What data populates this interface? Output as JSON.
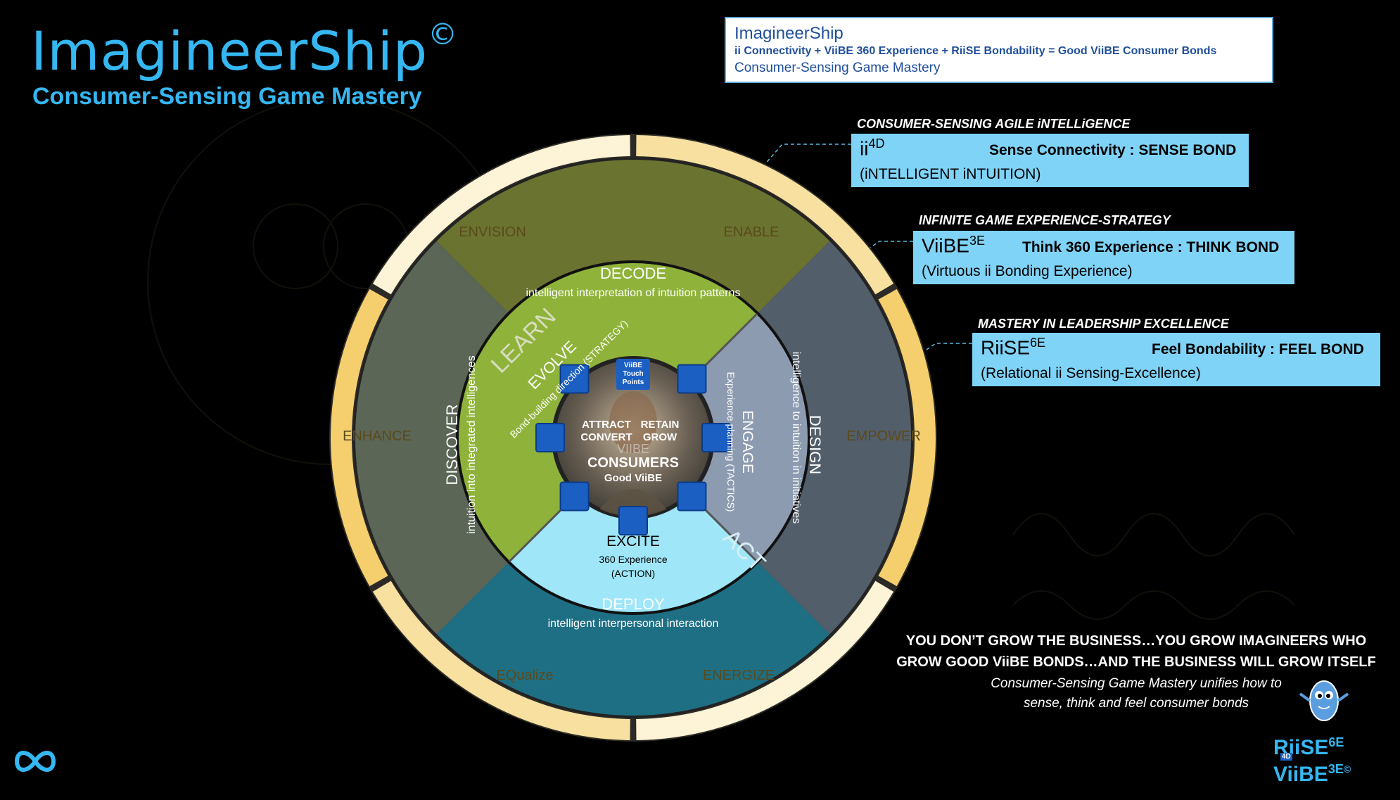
{
  "header": {
    "title": "ImagineerShip",
    "copyright": "©",
    "subtitle": "Consumer-Sensing Game Mastery"
  },
  "equation_box": {
    "title": "ImagineerShip",
    "formula": "ii Connectivity + ViiBE 360 Experience + RiiSE Bondability = Good ViiBE Consumer Bonds",
    "subtitle": "Consumer-Sensing Game Mastery"
  },
  "pillars": [
    {
      "heading": "CONSUMER-SENSING AGILE iNTELLiGENCE",
      "name": "ii",
      "sup": "4D",
      "tag": "Sense Connectivity : SENSE BOND",
      "full": "(iNTELLIGENT iNTUITION)"
    },
    {
      "heading": "INFINITE GAME EXPERIENCE-STRATEGY",
      "name": "ViiBE",
      "sup": "3E",
      "tag": "Think 360 Experience : THINK BOND",
      "full": "(Virtuous ii Bonding Experience)"
    },
    {
      "heading": "MASTERY IN LEADERSHIP EXCELLENCE",
      "name": "RiiSE",
      "sup": "6E",
      "tag": "Feel Bondability : FEEL BOND",
      "full": "(Relational ii Sensing-Excellence)"
    }
  ],
  "outer_ring": [
    "ENVISION",
    "ENABLE",
    "EMPOWER",
    "ENERGIZE",
    "EQualize",
    "ENHANCE"
  ],
  "middle_ring": {
    "decode": {
      "label": "DECODE",
      "desc": "intelligent interpretation of intuition patterns"
    },
    "design": {
      "label": "DESIGN",
      "desc": "intelligence to intuition in initiatives"
    },
    "deploy": {
      "label": "DEPLOY",
      "desc": "intelligent interpersonal interaction"
    },
    "discover": {
      "label": "DISCOVER",
      "desc": "intuition into integrated intelligences"
    }
  },
  "learn_act": {
    "learn": "LEARN",
    "act": "ACT"
  },
  "inner_ring": {
    "evolve": {
      "label": "EVOLVE",
      "desc": "Bond-building direction (STRATEGY)"
    },
    "engage": {
      "label": "ENGAGE",
      "desc": "Experience planning (TACTICS)"
    },
    "excite": {
      "label": "EXCITE",
      "desc": "360 Experience",
      "sub": "(ACTION)"
    }
  },
  "center": {
    "touch": [
      "ViiBE",
      "Touch",
      "Points"
    ],
    "attract": "ATTRACT",
    "retain": "RETAIN",
    "convert": "CONVERT",
    "grow": "GROW",
    "viibe": "VIIBE",
    "consumers": "CONSUMERS",
    "good": "Good ViiBE"
  },
  "quote": {
    "line1": "YOU DON’T GROW THE BUSINESS…YOU GROW IMAGINEERS WHO",
    "line2": "GROW GOOD ViiBE BONDS…AND THE BUSINESS WILL GROW ITSELF",
    "line3": "Consumer-Sensing Game Mastery unifies how to",
    "line4": "sense, think and feel consumer bonds"
  },
  "brand": {
    "top": "RiiSE",
    "top_sup": "6E",
    "bottom": "ViiBE",
    "bottom_sup": "3E",
    "badge": "4D",
    "copyright": "©"
  },
  "colors": {
    "accent": "#35b7f2",
    "box": "#7fd3f7",
    "outer_light": "#fdf3d6",
    "outer_gold": "#f5cf6e",
    "green": "#8fb33a",
    "olive": "#6b7331",
    "slate": "#5d6b5d",
    "grayblue": "#8d9bb1",
    "cyan": "#9ee6f8",
    "teal": "#1f6f84",
    "touch": "#1c5fc2"
  }
}
